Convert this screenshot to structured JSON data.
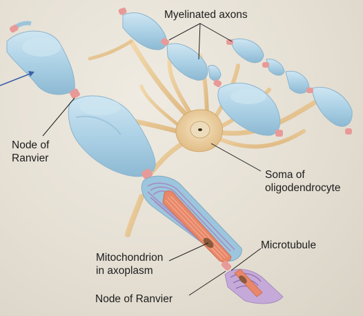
{
  "labels": {
    "myelinated_axons": "Myelinated axons",
    "node_left_1": "Node of",
    "node_left_2": "Ranvier",
    "soma_1": "Soma of",
    "soma_2": "oligodendrocyte",
    "mito_1": "Mitochondrion",
    "mito_2": "in axoplasm",
    "microtubule": "Microtubule",
    "node_bottom": "Node of Ranvier"
  },
  "colors": {
    "myelin": "#aed2e6",
    "node": "#e89a98",
    "cytoplasm": "#e9c995",
    "axoplasm": "#e8876a",
    "lamellae": "#a68ac2",
    "pointer": "#3b5fa8"
  }
}
